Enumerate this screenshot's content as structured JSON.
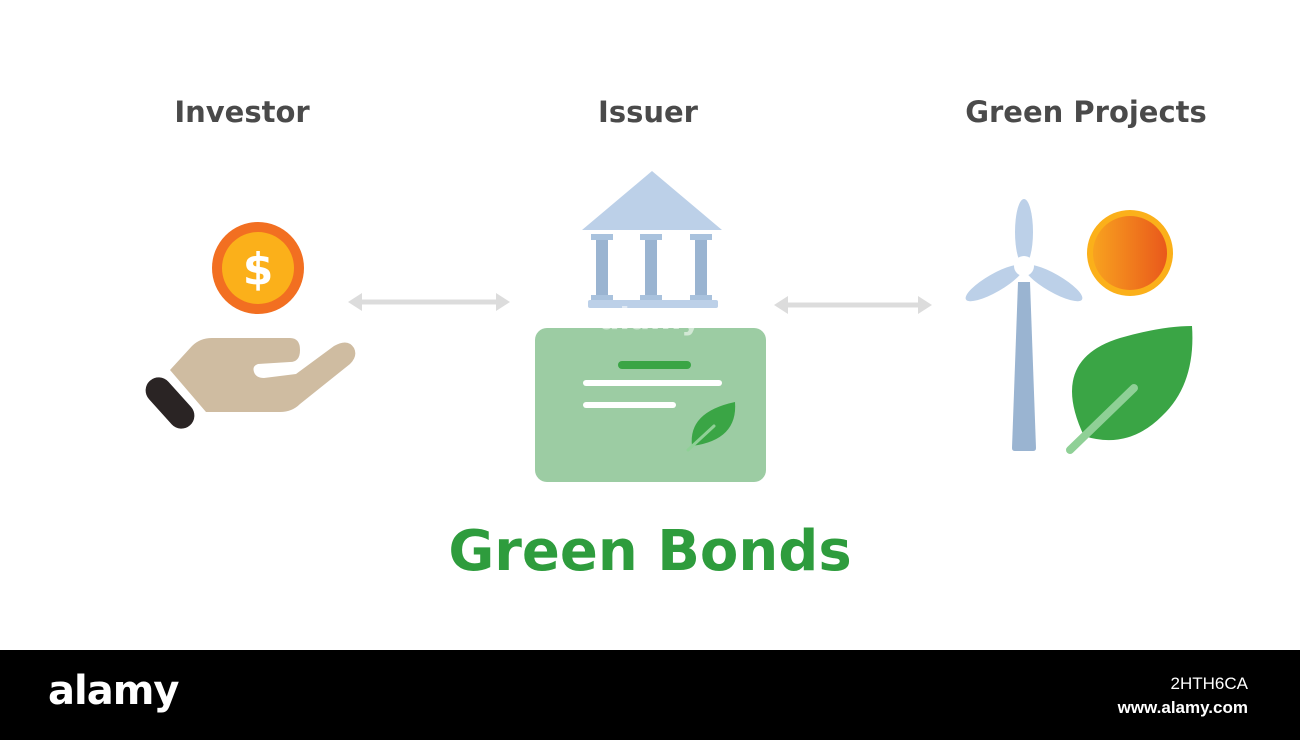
{
  "labels": {
    "investor": "Investor",
    "issuer": "Issuer",
    "green_projects": "Green Projects"
  },
  "title": "Green Bonds",
  "icons": {
    "investor": "hand-holding-coin-icon",
    "issuer": "bank-building-icon",
    "bond": "bond-certificate-icon",
    "projects": [
      "wind-turbine-icon",
      "sun-icon",
      "leaf-icon"
    ],
    "flows": [
      "double-arrow-icon",
      "double-arrow-icon"
    ]
  },
  "colors": {
    "title": "#2e9c3d",
    "label": "#4a4a4a",
    "coin": "#f7941d",
    "bank": "#a9c2dd",
    "certificate": "#9ccca3",
    "leaf": "#3aa545",
    "hand": "#cfbca1",
    "arrow": "#dcdcdc"
  },
  "watermark": {
    "brand": "alamy",
    "image_id": "2HTH6CA",
    "site": "www.alamy.com"
  }
}
